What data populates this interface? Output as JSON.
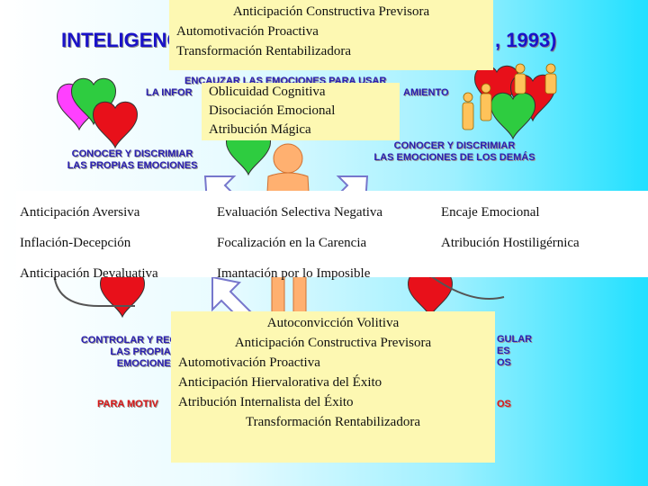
{
  "title": {
    "left": "INTELIGENC",
    "right": ", 1993)"
  },
  "labels": {
    "top_banner_line1": "ENCAUZAR LAS EMOCIONES PARA USAR",
    "top_banner_line2": "LA INFOR",
    "top_banner_line2_end": "AMIENTO",
    "own_emotions_line1": "CONOCER Y DISCRIMIAR",
    "own_emotions_line2": "LAS PROPIAS EMOCIONES",
    "others_emotions_line1": "CONOCER Y DISCRIMIAR",
    "others_emotions_line2": "LAS EMOCIONES DE LOS DEMÁS",
    "control_line1": "CONTROLAR Y REG",
    "control_line2": "LAS PROPIAS",
    "control_line3": "EMOCIONES",
    "motivate": "PARA MOTIV",
    "regulate_line1": "GULAR",
    "regulate_line2": "ES",
    "regulate_line3": "OS",
    "regulate_line4": "OS"
  },
  "box_top": {
    "lines": [
      "Anticipación Constructiva Previsora",
      "Automotivación Proactiva",
      "Transformación Rentabilizadora"
    ]
  },
  "box_mid": {
    "lines": [
      "Oblicuidad Cognitiva",
      "Disociación Emocional",
      "Atribución Mágica"
    ]
  },
  "band": {
    "col1": [
      "Anticipación Aversiva",
      "Inflación-Decepción",
      "Anticipación Devaluativa"
    ],
    "col2": [
      "Evaluación Selectiva Negativa",
      "Focalización en la Carencia",
      "Imantación por lo Imposible"
    ],
    "col3": [
      "Encaje Emocional",
      "Atribución Hostiligérnica"
    ]
  },
  "box_bottom": {
    "lines": [
      "Autoconvicción Volitiva",
      "Anticipación Constructiva Previsora",
      "Automotivación Proactiva",
      "Anticipación Hiervalorativa del Éxito",
      "Atribución Internalista del Éxito",
      "Transformación Rentabilizadora"
    ]
  },
  "colors": {
    "title": "#1a12c8",
    "heart_red": "#e8101a",
    "heart_green": "#2ecc40",
    "heart_magenta": "#ff40ff",
    "figure": "#ffb070",
    "box": "#fdf8b2"
  }
}
